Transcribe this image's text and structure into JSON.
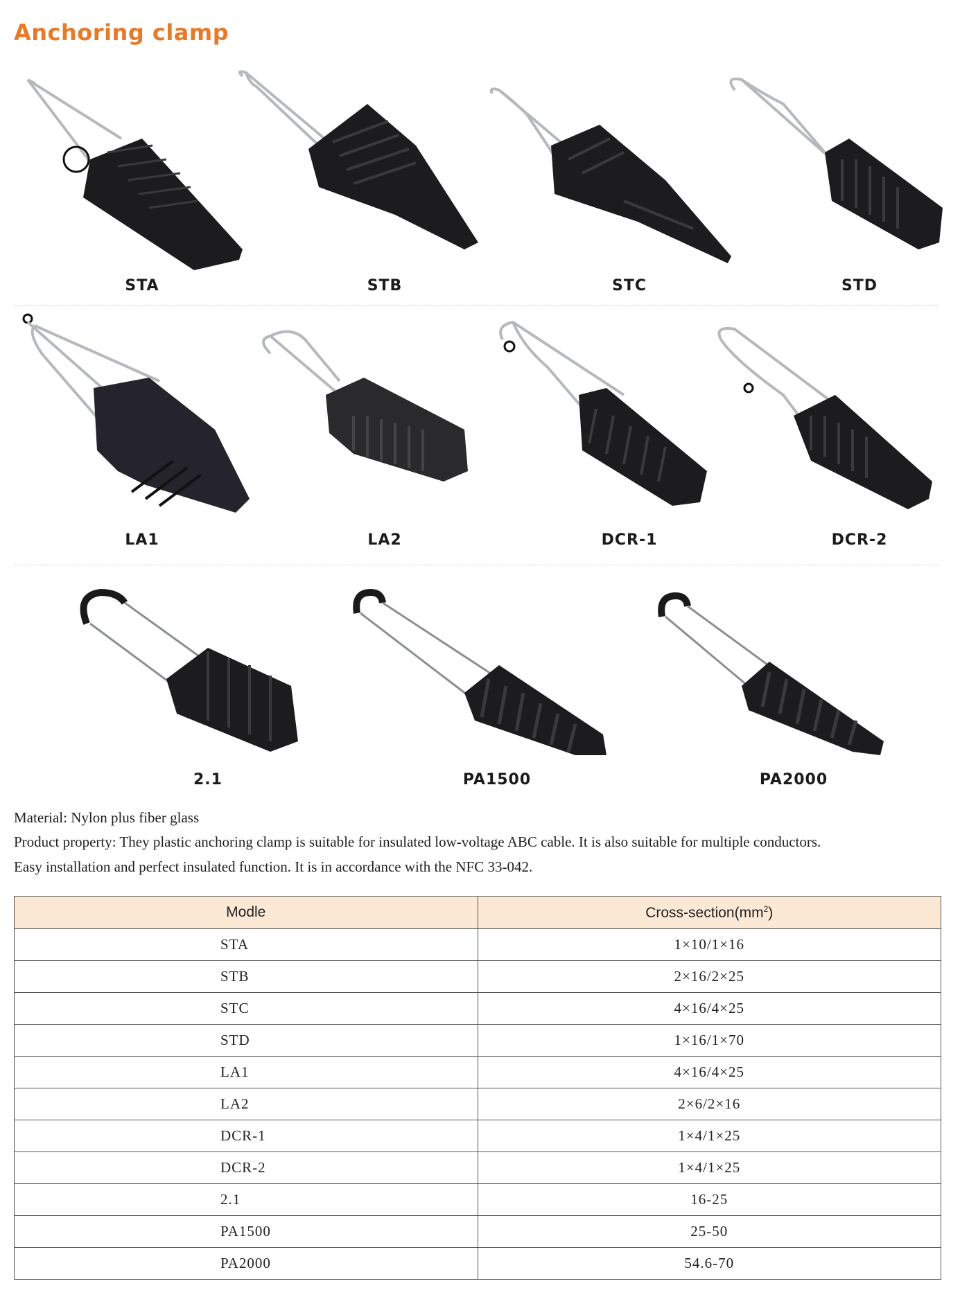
{
  "title": "Anchoring clamp",
  "products_row1": [
    "STA",
    "STB",
    "STC",
    "STD"
  ],
  "products_row2": [
    "LA1",
    "LA2",
    "DCR-1",
    "DCR-2"
  ],
  "products_row3": [
    "2.1",
    "PA1500",
    "PA2000"
  ],
  "material": "Material: Nylon plus fiber glass",
  "property": "Product property: They plastic anchoring clamp is suitable for insulated low-voltage ABC cable. It is also suitable for multiple conductors.",
  "installation": "Easy installation and perfect insulated function. It is in accordance with the NFC 33-042.",
  "table": {
    "header_model": "Modle",
    "header_section": "Cross-section(mm",
    "header_sup": "2",
    "header_close": ")",
    "rows": [
      {
        "model": "STA",
        "section": "1×10/1×16"
      },
      {
        "model": "STB",
        "section": "2×16/2×25"
      },
      {
        "model": "STC",
        "section": "4×16/4×25"
      },
      {
        "model": "STD",
        "section": "1×16/1×70"
      },
      {
        "model": "LA1",
        "section": "4×16/4×25"
      },
      {
        "model": "LA2",
        "section": "2×6/2×16"
      },
      {
        "model": "DCR-1",
        "section": "1×4/1×25"
      },
      {
        "model": "DCR-2",
        "section": "1×4/1×25"
      },
      {
        "model": "2.1",
        "section": "16-25"
      },
      {
        "model": "PA1500",
        "section": "25-50"
      },
      {
        "model": "PA2000",
        "section": "54.6-70"
      }
    ]
  },
  "colors": {
    "title": "#e57a2b",
    "clamp": "#1c1c1e",
    "wire": "#9aa0a6",
    "header_bg": "#fbe9d6"
  }
}
